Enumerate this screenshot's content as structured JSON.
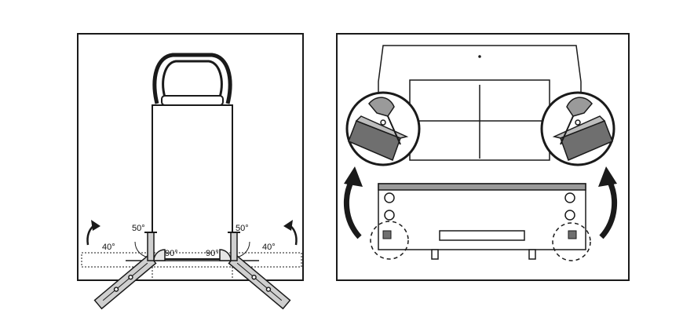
{
  "left_panel": {
    "angle_labels": {
      "left_40": "40°",
      "left_50": "50°",
      "left_90": "90°",
      "right_90": "90°",
      "right_50": "50°",
      "right_40": "40°"
    },
    "colors": {
      "stroke": "#1a1a1a",
      "bracket_fill": "#cfcfcf",
      "angle_fill": "#e6e6e6"
    }
  },
  "right_panel": {
    "icons": [
      "curved-arrow-icon",
      "magnifier-callout-icon",
      "dashed-circle-icon",
      "wheel-lock-icon"
    ],
    "colors": {
      "stroke": "#1a1a1a",
      "detail_fill": "#9a9a9a",
      "shade_fill": "#6f6f6f"
    }
  }
}
